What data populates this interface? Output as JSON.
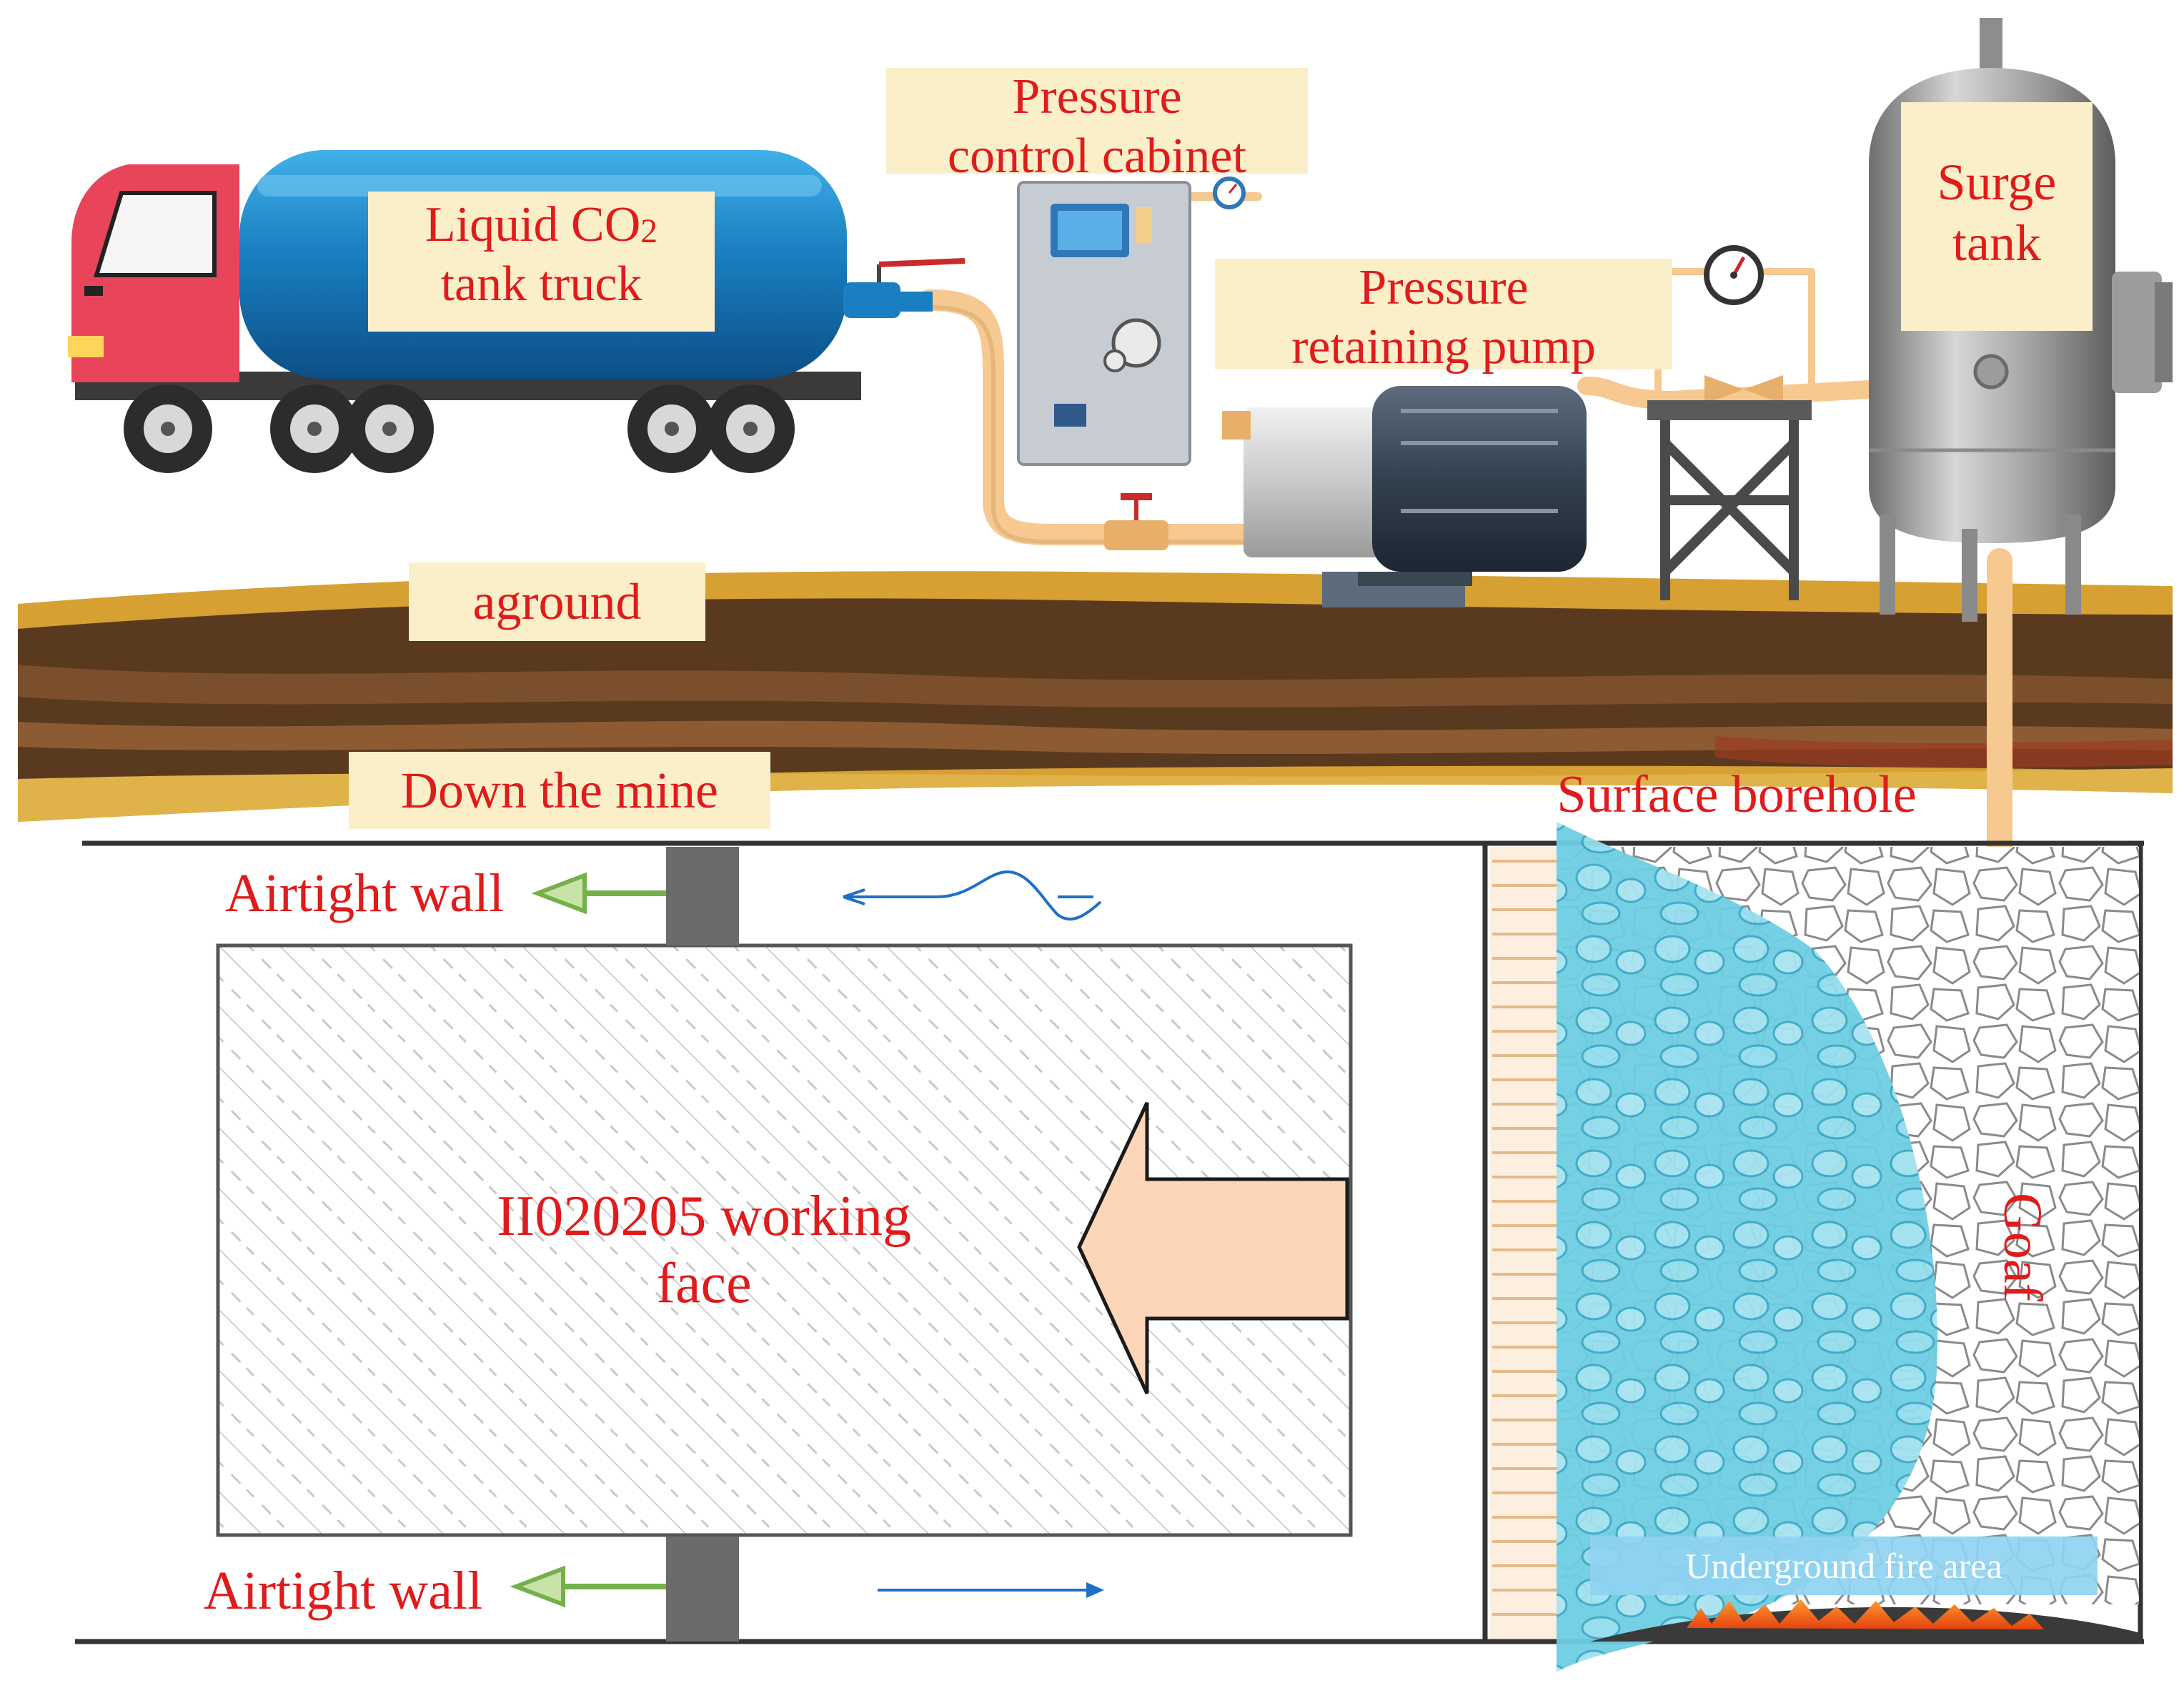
{
  "labels": {
    "tank_truck_line1": "Liquid CO",
    "tank_truck_sub": "2",
    "tank_truck_line2": "tank truck",
    "pressure_cabinet_line1": "Pressure",
    "pressure_cabinet_line2": "control cabinet",
    "pump_line1": "Pressure",
    "pump_line2": "retaining pump",
    "surge_tank_line1": "Surge",
    "surge_tank_line2": "tank",
    "aground": "aground",
    "down_the_mine": "Down the mine",
    "surface_borehole": "Surface borehole",
    "airtight_wall_top": "Airtight wall",
    "airtight_wall_bottom": "Airtight wall",
    "working_face_line1": "II020205 working",
    "working_face_line2": "face",
    "goaf": "Goaf",
    "fire_area": "Underground fire area"
  },
  "icons": {
    "truck": "tank-truck-icon",
    "cabinet": "control-cabinet-icon",
    "pump": "pump-icon",
    "gauge": "pressure-gauge-icon",
    "tank": "surge-tank-icon"
  },
  "colors": {
    "label_text": "#e01b1b",
    "label_box": "#fbefc9",
    "pipe": "#f5c98f",
    "truck_cab": "#e8455a",
    "tank_body": "#1a7fc1",
    "co2_zone": "#5fc6de",
    "arrow_fill": "#fdd5b8",
    "wall_arrow": "#74b04b",
    "airflow": "#1f6fc9",
    "fire": "#f06418",
    "fire_label_bg": "#8fd3f1"
  }
}
